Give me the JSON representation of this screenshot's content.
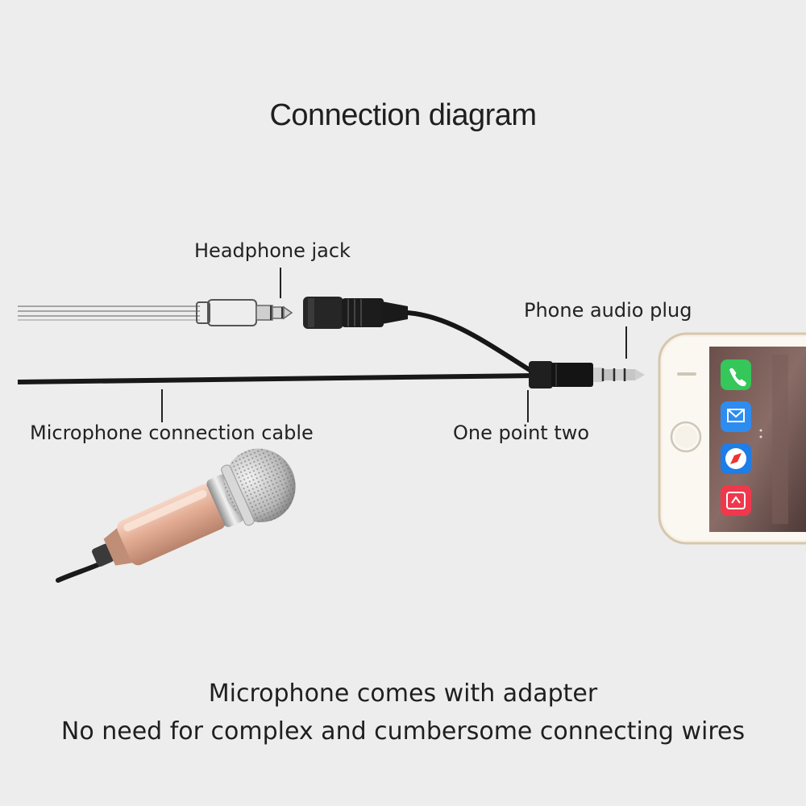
{
  "title": "Connection diagram",
  "labels": {
    "headphone_jack": "Headphone jack",
    "phone_audio_plug": "Phone audio plug",
    "mic_cable": "Microphone connection cable",
    "one_point_two": "One point two"
  },
  "captions": {
    "line1": "Microphone comes with adapter",
    "line2": "No need for complex and cumbersome connecting wires"
  },
  "phone_apps": [
    {
      "icon": "phone-app-icon",
      "color": "#35c759"
    },
    {
      "icon": "mail-app-icon",
      "color": "#2d8cf0"
    },
    {
      "icon": "safari-app-icon",
      "color": "#1e7de6"
    },
    {
      "icon": "music-app-icon",
      "color": "#f0384c"
    }
  ],
  "colors": {
    "background": "#ededed",
    "mic_body": "#e6b49c",
    "cable": "#1a1a1a"
  }
}
